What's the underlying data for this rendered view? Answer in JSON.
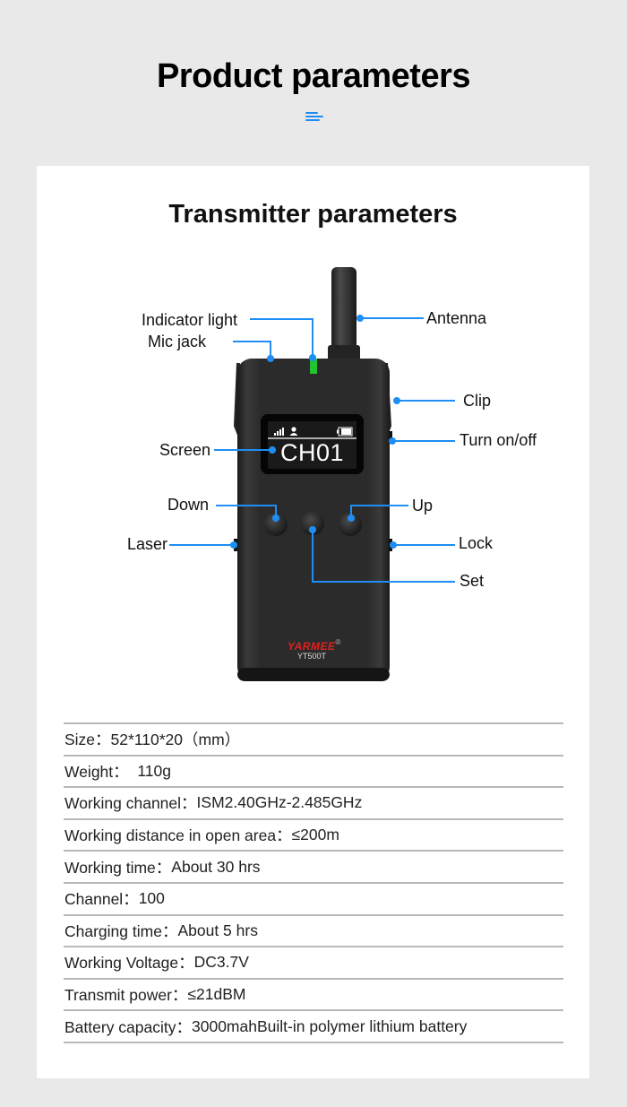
{
  "header": {
    "title": "Product parameters",
    "icon": "menu-lines-icon",
    "accent_color": "#1e8ef5"
  },
  "section": {
    "title": "Transmitter parameters"
  },
  "device": {
    "screen": {
      "channel": "CH01",
      "icons": [
        "signal-bars-icon",
        "person-icon",
        "battery-icon"
      ]
    },
    "brand": "YARMEE",
    "brand_mark": "®",
    "model": "YT500T",
    "indicator_color": "#22c32e",
    "brand_color": "#e0211e"
  },
  "callouts": {
    "indicator_light": "Indicator light",
    "mic_jack": "Mic jack",
    "antenna": "Antenna",
    "clip": "Clip",
    "turn_on_off": "Turn on/off",
    "screen": "Screen",
    "down": "Down",
    "up": "Up",
    "laser": "Laser",
    "lock": "Lock",
    "set": "Set"
  },
  "params": [
    {
      "label": "Size：",
      "value": "52*110*20（mm）"
    },
    {
      "label": "Weight：  ",
      "value": "110g"
    },
    {
      "label": "Working channel：",
      "value": "ISM2.40GHz-2.485GHz"
    },
    {
      "label": "Working distance in open area：",
      "value": "≤200m"
    },
    {
      "label": "Working time：",
      "value": "About 30 hrs"
    },
    {
      "label": "Channel：",
      "value": "100"
    },
    {
      "label": "Charging time：",
      "value": "About 5 hrs"
    },
    {
      "label": "Working Voltage：",
      "value": "DC3.7V"
    },
    {
      "label": "Transmit power：",
      "value": "≤21dBM"
    },
    {
      "label": "Battery capacity：",
      "value": "3000mahBuilt-in polymer lithium battery"
    }
  ]
}
